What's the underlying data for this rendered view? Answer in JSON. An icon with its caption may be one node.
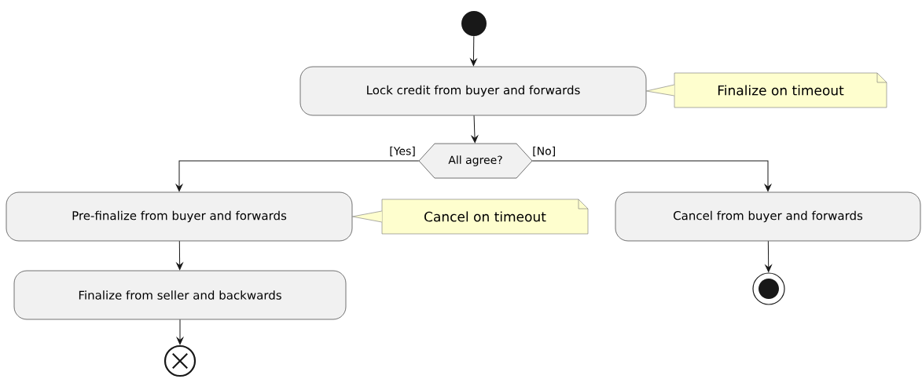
{
  "diagram": {
    "nodes": [
      {
        "text": [],
        "shape": "circle"
      },
      {
        "text": [
          "Lock credit from buyer and forwards"
        ]
      },
      {
        "text": [
          "Finalize on timeout"
        ]
      },
      {
        "text": [
          "All agree?"
        ]
      },
      {
        "text": [
          "Pre-finalize from buyer and forwards"
        ]
      },
      {
        "text": [
          "Cancel on timeout"
        ]
      },
      {
        "text": [
          "Cancel from buyer and forwards"
        ]
      },
      {
        "text": [
          "Finalize from seller and backwards"
        ]
      },
      {
        "text": [],
        "shape": "circle"
      },
      {
        "text": [],
        "shape": "circle"
      }
    ],
    "edges": [
      {
        "from": 0,
        "to": 1,
        "arrow": "to"
      },
      {
        "from": 2,
        "to": 1,
        "arrow": "none",
        "color": "#747474"
      },
      {
        "from": 1,
        "to": 3,
        "arrow": "to"
      },
      {
        "from": 3,
        "to": 4,
        "arrow": "to",
        "label": "[Yes]"
      },
      {
        "from": 3,
        "to": 6,
        "arrow": "to",
        "label": "[No]"
      },
      {
        "from": 5,
        "to": 4,
        "arrow": "none",
        "color": "#747474"
      },
      {
        "from": 4,
        "to": 7,
        "arrow": "to"
      },
      {
        "from": 7,
        "to": 8,
        "arrow": "to"
      },
      {
        "from": 6,
        "to": 9,
        "arrow": "to"
      }
    ]
  }
}
